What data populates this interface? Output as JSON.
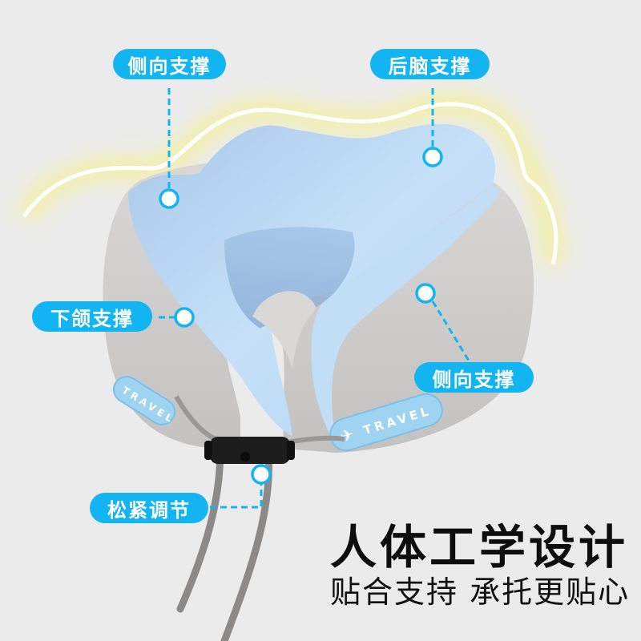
{
  "product": {
    "name": "U-shaped neck pillow",
    "tag_text": "TRAVEL",
    "colors": {
      "background": "#ebebeb",
      "label_blue": "#12b5f2",
      "pillow_blue": "#b9d9f5",
      "pillow_gray": "#cfcdcb",
      "glow_yellow": "#f5f3b0"
    }
  },
  "callouts": [
    {
      "id": "side-support-left",
      "label": "侧向支撑"
    },
    {
      "id": "back-head-support",
      "label": "后脑支撑"
    },
    {
      "id": "chin-support",
      "label": "下颌支撑"
    },
    {
      "id": "side-support-right",
      "label": "侧向支撑"
    },
    {
      "id": "tightness-adjust",
      "label": "松紧调节"
    }
  ],
  "headline": {
    "title": "人体工学设计",
    "subtitle": "贴合支持 承托更贴心"
  }
}
